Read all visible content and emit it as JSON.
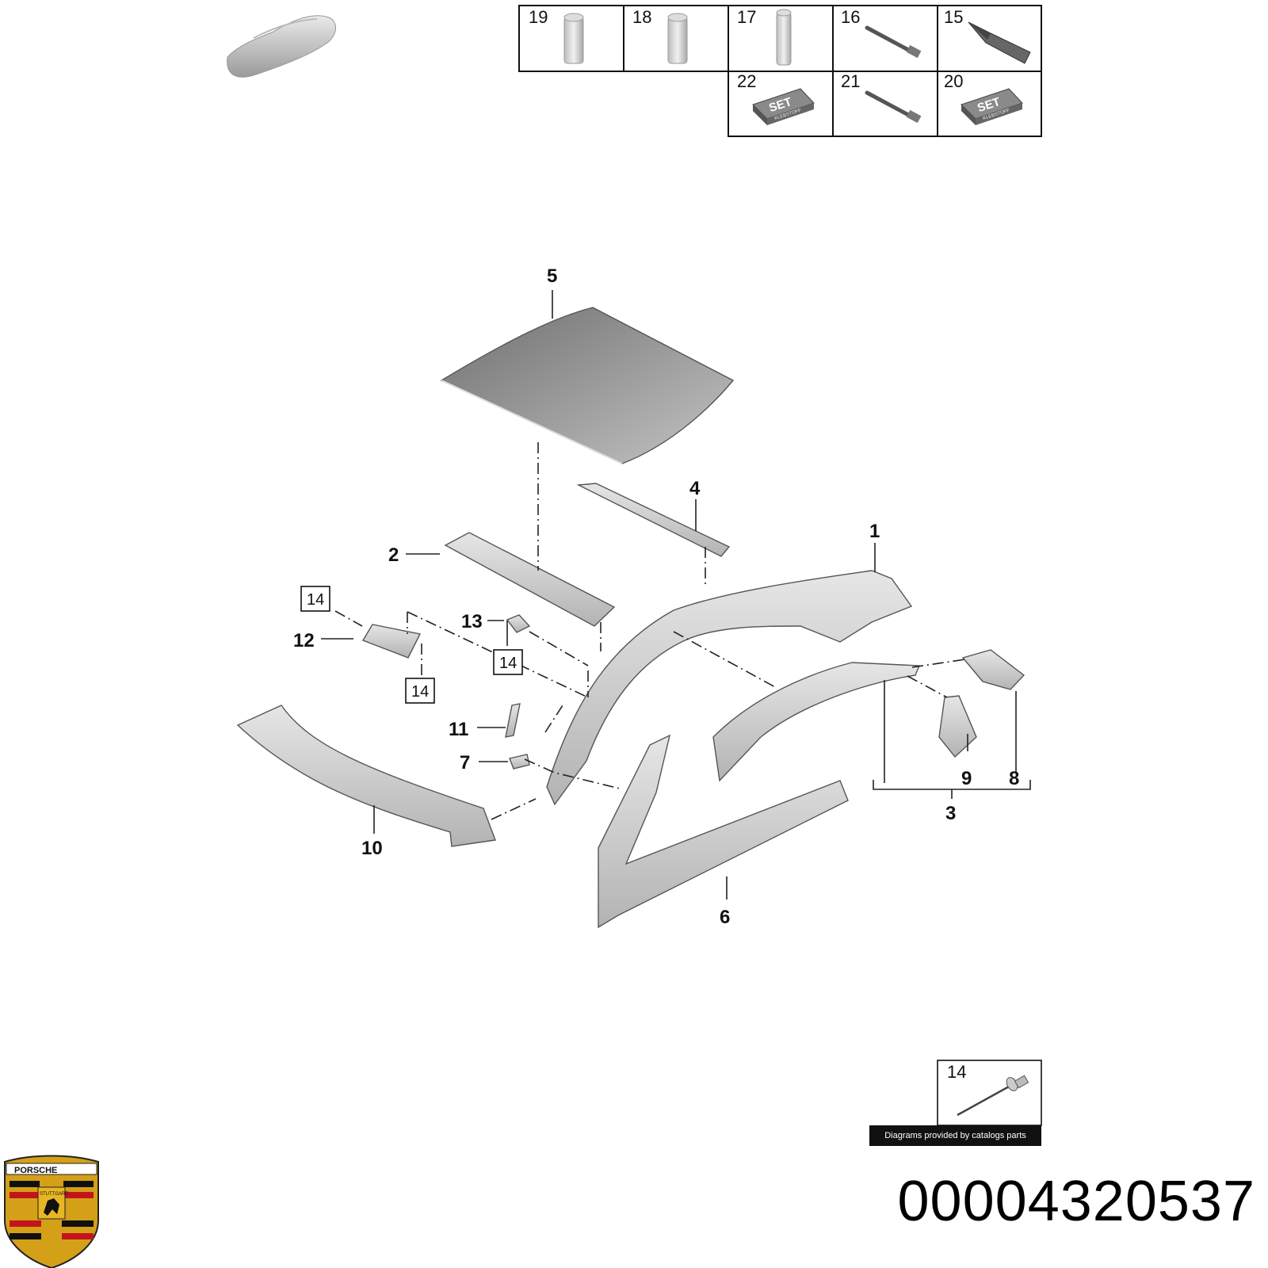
{
  "callouts": [
    "1",
    "2",
    "3",
    "4",
    "5",
    "6",
    "7",
    "8",
    "9",
    "10",
    "11",
    "12",
    "13"
  ],
  "ref_boxes": [
    "14",
    "14",
    "14"
  ],
  "thumbnails": [
    {
      "num": "19",
      "icon": "sleeve-cylinder"
    },
    {
      "num": "18",
      "icon": "sleeve-cylinder"
    },
    {
      "num": "17",
      "icon": "tall-cylinder"
    },
    {
      "num": "16",
      "icon": "pin-rod"
    },
    {
      "num": "15",
      "icon": "sealant-tube"
    },
    {
      "num": "22",
      "icon": "adhesive-set-box",
      "label": "SET",
      "sublabel": "KLEBSTOFF"
    },
    {
      "num": "21",
      "icon": "pin-rod"
    },
    {
      "num": "20",
      "icon": "adhesive-set-box",
      "label": "SET",
      "sublabel": "KLEBSTOFF"
    }
  ],
  "legend_box": {
    "num": "14",
    "icon": "rivet"
  },
  "credit": "Diagrams provided by catalogs parts",
  "catalog_number": "00004320537",
  "logo": {
    "brand": "PORSCHE",
    "city": "STUTTGART"
  }
}
